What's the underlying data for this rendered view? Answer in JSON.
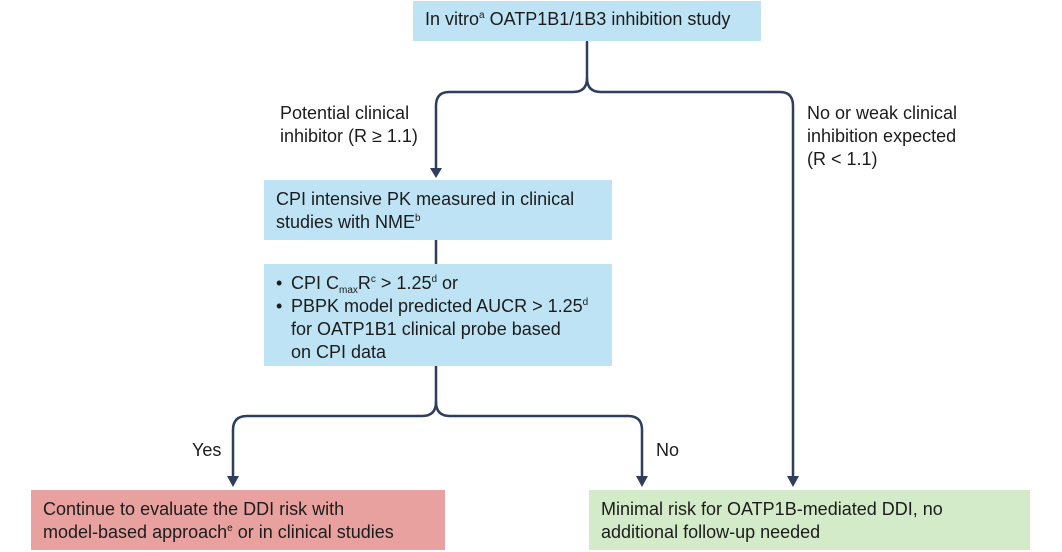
{
  "top": {
    "pre": "In vitro",
    "sup": "a",
    "post": " OATP1B1/1B3 inhibition study"
  },
  "left_branch": {
    "line1": "Potential clinical",
    "line2": "inhibitor (R ≥ 1.1)"
  },
  "right_branch": {
    "line1": "No or weak clinical",
    "line2": "inhibition expected",
    "line3": "(R < 1.1)"
  },
  "cpi_pk": {
    "line1": "CPI intensive PK measured in clinical",
    "line2_pre": "studies with NME",
    "line2_sup": "b"
  },
  "criteria": {
    "item1": {
      "pre": "CPI C",
      "sub": "max",
      "mid": "R",
      "sup1": "c",
      "mid2": " > 1.25",
      "sup2": "d",
      "post": " or"
    },
    "item2": {
      "line1_pre": "PBPK model predicted AUCR > 1.25",
      "line1_sup": "d",
      "line2": "for OATP1B1 clinical probe based",
      "line3": "on CPI data"
    }
  },
  "yes_label": "Yes",
  "no_label": "No",
  "continue": {
    "line1": "Continue to evaluate the DDI risk with",
    "line2_pre": "model-based approach",
    "line2_sup": "e",
    "line2_post": " or in clinical studies"
  },
  "minimal": {
    "line1": "Minimal risk for OATP1B-mediated DDI, no",
    "line2": "additional follow-up needed"
  },
  "colors": {
    "box_blue": "#bde3f4",
    "box_red": "#e9a1a0",
    "box_green": "#d4ebc9",
    "connector": "#2f3e5c"
  }
}
